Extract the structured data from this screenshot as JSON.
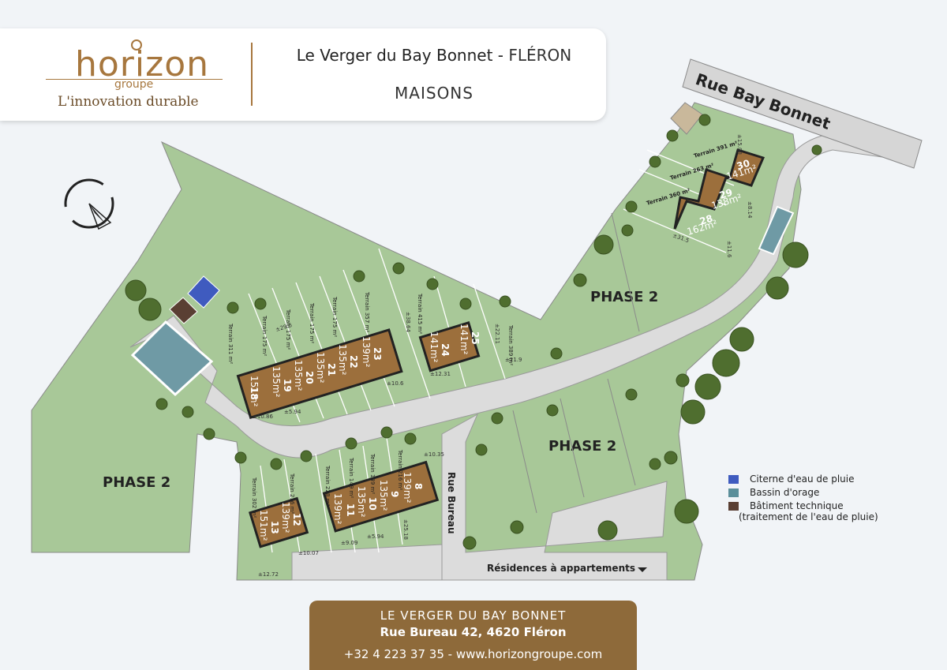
{
  "brand": {
    "name": "horizon",
    "sub": "groupe",
    "tagline": "L'innovation durable"
  },
  "header": {
    "project": "Le Verger du Bay Bonnet",
    "separator": " - ",
    "city": "FLÉRON",
    "subtitle": "MAISONS"
  },
  "streets": {
    "main": "Rue Bay Bonnet",
    "side": "Rue Bureau",
    "residences": "Résidences à appartements"
  },
  "phases": {
    "west": "PHASE 2",
    "north_east": "PHASE 2",
    "south_east": "PHASE 2"
  },
  "plots": {
    "p18": {
      "number": "18",
      "area": "151m²",
      "terrain": "Terrain 175 m²"
    },
    "p19": {
      "number": "19",
      "area": "135m²",
      "terrain": "Terrain 175 m²"
    },
    "p20": {
      "number": "20",
      "area": "135m²",
      "terrain": "Terrain 175 m²"
    },
    "p21": {
      "number": "21",
      "area": "135m²",
      "terrain": "Terrain 175 m²"
    },
    "p22": {
      "number": "22",
      "area": "135m²",
      "terrain": "Terrain 175 m²"
    },
    "p23": {
      "number": "23",
      "area": "139m²",
      "terrain": "Terrain 357 m²"
    },
    "p24": {
      "number": "24",
      "area": "141m²",
      "terrain": "Terrain 415 m²"
    },
    "p25": {
      "number": "25",
      "area": "141m²",
      "terrain": "Terrain 389 m²"
    },
    "p28": {
      "number": "28",
      "area": "162m²",
      "terrain": "Terrain 360 m²"
    },
    "p29": {
      "number": "29",
      "area": "138m²",
      "terrain": "Terrain 263 m²"
    },
    "p30": {
      "number": "30",
      "area": "141m²",
      "terrain": "Terrain 391 m²"
    },
    "p8": {
      "number": "8",
      "area": "139m²",
      "terrain": "Terrain 216 m²"
    },
    "p9": {
      "number": "9",
      "area": "135m²",
      "terrain": "Terrain 149 m²"
    },
    "p10": {
      "number": "10",
      "area": "135m²",
      "terrain": "Terrain 149 m²"
    },
    "p11": {
      "number": "11",
      "area": "139m²",
      "terrain": "Terrain 228 m²"
    },
    "p12": {
      "number": "12",
      "area": "139m²",
      "terrain": "Terrain 216 m²"
    },
    "p13": {
      "number": "13",
      "area": "151m²",
      "terrain": "Terrain 302 m²"
    },
    "p_west": {
      "terrain": "Terrain 311 m²"
    }
  },
  "dimensions": {
    "d1": "±10.86",
    "d2": "±5.94",
    "d3": "±10.6",
    "d4": "±12.31",
    "d5": "±21.9",
    "d6": "±10.35",
    "d7": "±9.09",
    "d8": "±5.94",
    "d9": "±25.18",
    "d10": "±10.07",
    "d11": "±12.72",
    "d12": "±31.5",
    "d13": "±11.6",
    "d14": "±8.14",
    "d15": "±15.08",
    "d16": "±38.64",
    "d17": "±22.11",
    "d18": "±29.5"
  },
  "legend": [
    {
      "label": "Citerne d'eau de pluie",
      "color": "#3f5bbf"
    },
    {
      "label": "Bassin d'orage",
      "color": "#5b8f9a"
    },
    {
      "label": "Bâtiment technique",
      "color": "#5a3f33"
    },
    {
      "label": "(traitement de l'eau de pluie)",
      "color": ""
    }
  ],
  "footer": {
    "line1": "LE VERGER DU BAY BONNET",
    "line2": "Rue Bureau 42, 4620 Fléron",
    "line3": "+32 4 223 37 35 - www.horizongroupe.com"
  },
  "colors": {
    "accent": "#a7773e",
    "grass": "#a8c898",
    "road": "#dcdcdc",
    "house": "#9c6f3c",
    "tree": "#4f6e2f"
  }
}
